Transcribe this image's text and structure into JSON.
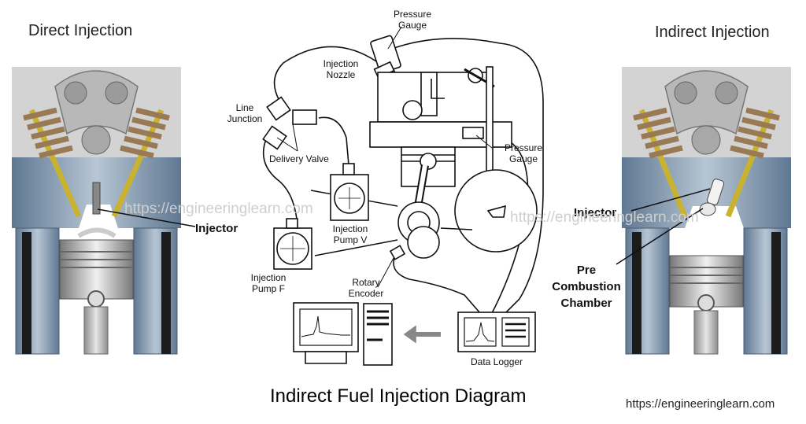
{
  "left_panel": {
    "heading": "Direct Injection",
    "injector": "Injector"
  },
  "right_panel": {
    "heading": "Indirect Injection",
    "injector": "Injector",
    "pre_chamber": [
      "Pre",
      "Combustion",
      "Chamber"
    ]
  },
  "center": {
    "pressure_gauge_top": [
      "Pressure",
      "Gauge"
    ],
    "injection_nozzle": [
      "Injection",
      "Nozzle"
    ],
    "line_junction": [
      "Line",
      "Junction"
    ],
    "delivery_valve": "Delivery Valve",
    "pressure_gauge_right": [
      "Pressure",
      "Gauge"
    ],
    "injection_pump_v": [
      "Injection",
      "Pump V"
    ],
    "injection_pump_f": [
      "Injection",
      "Pump F"
    ],
    "rotary_encoder": [
      "Rotary",
      "Encoder"
    ],
    "data_logger": "Data Logger"
  },
  "watermarks": {
    "left": "https://engineeringlearn.com",
    "right": "https://engineeringlearn.com"
  },
  "footer": {
    "title": "Indirect Fuel Injection Diagram",
    "url": "https://engineeringlearn.com"
  },
  "colors": {
    "engine_head": "#c9c9c9",
    "coolant_blue": "#7d95ad",
    "spring": "#9a7a55",
    "valve_stem": "#c8b230",
    "line": "#111111",
    "arrow": "#888888"
  }
}
